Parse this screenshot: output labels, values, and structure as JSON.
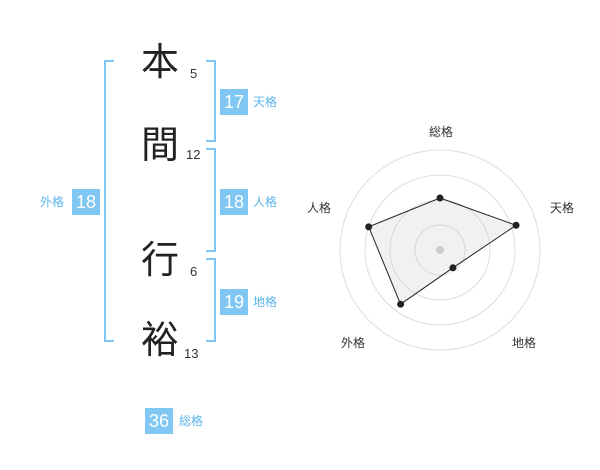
{
  "name_chars": [
    {
      "char": "本",
      "strokes": "5"
    },
    {
      "char": "間",
      "strokes": "12"
    },
    {
      "char": "行",
      "strokes": "6"
    },
    {
      "char": "裕",
      "strokes": "13"
    }
  ],
  "scores": {
    "tenkaku": {
      "value": "17",
      "label": "天格"
    },
    "jinkaku": {
      "value": "18",
      "label": "人格"
    },
    "chikaku": {
      "value": "19",
      "label": "地格"
    },
    "gaikaku": {
      "value": "18",
      "label": "外格"
    },
    "soukaku": {
      "value": "36",
      "label": "総格"
    }
  },
  "colors": {
    "accent": "#80c7f3",
    "label": "#5bb5ea",
    "text": "#222222"
  },
  "chart_data": {
    "type": "radar",
    "axes": [
      "総格",
      "天格",
      "地格",
      "外格",
      "人格"
    ],
    "values": [
      0.52,
      0.8,
      0.22,
      0.67,
      0.75
    ],
    "rings": 4
  }
}
